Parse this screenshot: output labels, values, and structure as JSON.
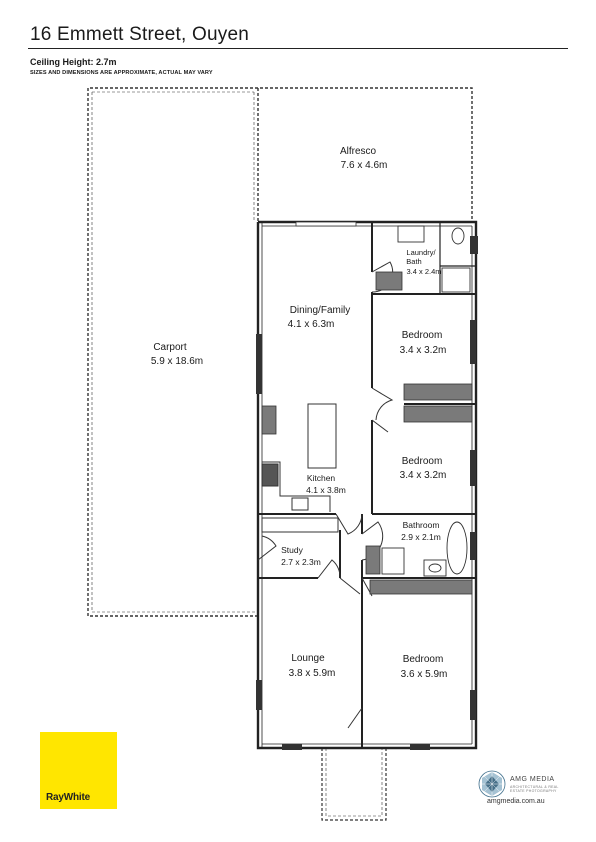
{
  "header": {
    "title": "16 Emmett Street, Ouyen",
    "ceiling": "Ceiling Height: 2.7m",
    "disclaimer": "SIZES AND DIMENSIONS ARE APPROXIMATE, ACTUAL MAY VARY"
  },
  "rooms": {
    "alfresco": {
      "name": "Alfresco",
      "dim": "7.6 x 4.6m"
    },
    "carport": {
      "name": "Carport",
      "dim": "5.9 x 18.6m"
    },
    "laundry": {
      "name1": "Laundry/",
      "name2": "Bath",
      "dim": "3.4 x 2.4m"
    },
    "dining": {
      "name": "Dining/Family",
      "dim": "4.1 x 6.3m"
    },
    "bedroom1": {
      "name": "Bedroom",
      "dim": "3.4 x 3.2m"
    },
    "bedroom2": {
      "name": "Bedroom",
      "dim": "3.4 x 3.2m"
    },
    "kitchen": {
      "name": "Kitchen",
      "dim": "4.1 x 3.8m"
    },
    "bathroom": {
      "name": "Bathroom",
      "dim": "2.9 x 2.1m"
    },
    "study": {
      "name": "Study",
      "dim": "2.7 x 2.3m"
    },
    "lounge": {
      "name": "Lounge",
      "dim": "3.8 x 5.9m"
    },
    "bedroom3": {
      "name": "Bedroom",
      "dim": "3.6 x 5.9m"
    }
  },
  "branding": {
    "agency": "RayWhite",
    "agency_color": "#ffe600",
    "studio": "AMG MEDIA",
    "studio_tagline": "ARCHITECTURAL & REAL ESTATE PHOTOGRAPHY",
    "studio_url": "amgmedia.com.au"
  }
}
